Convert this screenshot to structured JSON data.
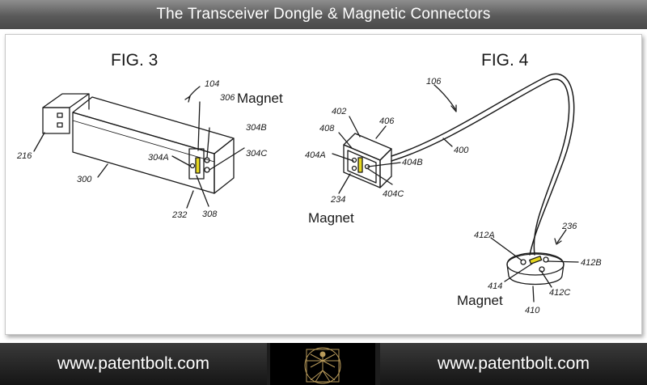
{
  "header": {
    "title": "The Transceiver Dongle & Magnetic Connectors"
  },
  "figures": {
    "fig3": {
      "title": "FIG. 3",
      "labels": {
        "l104": "104",
        "l306": "306",
        "magnet": "Magnet",
        "l304b": "304B",
        "l304a": "304A",
        "l304c": "304C",
        "l216": "216",
        "l300": "300",
        "l232": "232",
        "l308": "308"
      }
    },
    "fig4": {
      "title": "FIG. 4",
      "labels": {
        "l106": "106",
        "l402": "402",
        "l406": "406",
        "l408": "408",
        "l404a": "404A",
        "l404b": "404B",
        "l400": "400",
        "l404c": "404C",
        "l234": "234",
        "magnet1": "Magnet",
        "l236": "236",
        "l412a": "412A",
        "l412b": "412B",
        "l414": "414",
        "l412c": "412C",
        "magnet2": "Magnet",
        "l410": "410"
      }
    }
  },
  "footer": {
    "left_url": "www.patentbolt.com",
    "right_url": "www.patentbolt.com"
  },
  "colors": {
    "magnet": "#e6d71e",
    "title_bar": "#6a6a6a",
    "footer": "#1d1d1d"
  }
}
